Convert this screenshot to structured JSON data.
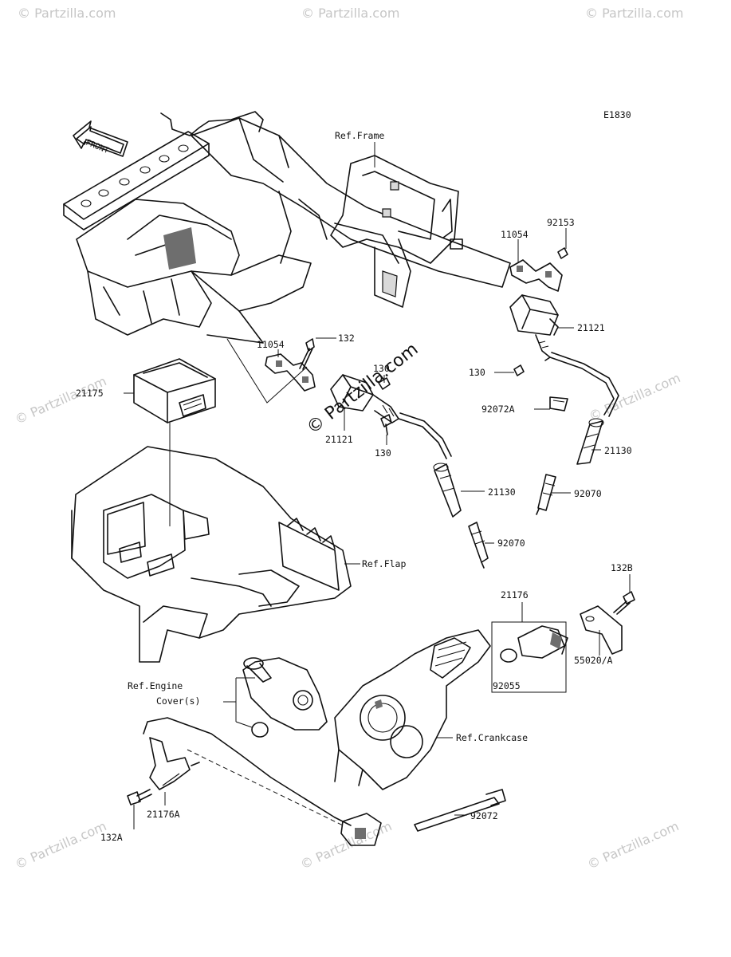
{
  "diagram_code": "E1830",
  "front_arrow_label": "FRONT",
  "watermark": "© Partzilla.com",
  "part_labels": {
    "p11054_right": "11054",
    "p92153": "92153",
    "p21121_right": "21121",
    "p130_right": "130",
    "p92072A": "92072A",
    "p21130_right": "21130",
    "p92070_right": "92070",
    "p11054_left": "11054",
    "p132": "132",
    "p130_top": "130",
    "p21121_left": "21121",
    "p130_bottom": "130",
    "p21175": "21175",
    "p21130_left": "21130",
    "p92070_left": "92070",
    "p132B": "132B",
    "p21176": "21176",
    "p55020A": "55020/A",
    "p92055": "92055",
    "p21176A": "21176A",
    "p132A": "132A",
    "p92072": "92072"
  },
  "reference_labels": {
    "frame": "Ref.Frame",
    "flap": "Ref.Flap",
    "engine_cover_line1": "Ref.Engine",
    "engine_cover_line2": "Cover(s)",
    "crankcase": "Ref.Crankcase"
  }
}
